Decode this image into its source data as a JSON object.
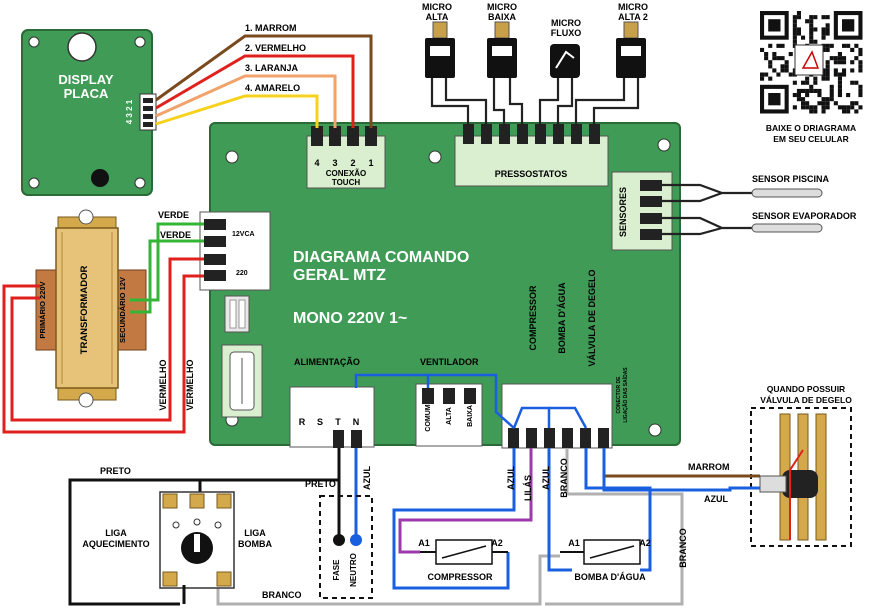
{
  "title": {
    "line1": "DIAGRAMA COMANDO",
    "line2": "GERAL MTZ",
    "line3": "MONO 220V 1~"
  },
  "display": {
    "line1": "DISPLAY",
    "line2": "PLACA",
    "pins": "4 3 2 1"
  },
  "wires_top": {
    "w1": "1. MARROM",
    "w2": "2. VERMELHO",
    "w3": "3. LARANJA",
    "w4": "4. AMARELO"
  },
  "touch": {
    "pins": [
      "4",
      "3",
      "2",
      "1"
    ],
    "label1": "CONEXÃO",
    "label2": "TOUCH"
  },
  "micros": {
    "alta": [
      "MICRO",
      "ALTA"
    ],
    "baixa": [
      "MICRO",
      "BAIXA"
    ],
    "fluxo": [
      "MICRO",
      "FLUXO"
    ],
    "alta2": [
      "MICRO",
      "ALTA 2"
    ]
  },
  "pressostatos": "PRESSOSTATOS",
  "qr": {
    "line1": "BAIXE O DRIAGRAMA",
    "line2": "EM SEU CELULAR"
  },
  "sensores": {
    "label": "SENSORES",
    "piscina": "SENSOR PISCINA",
    "evaporador": "SENSOR EVAPORADOR"
  },
  "transformer": {
    "main": "TRANSFORMADOR",
    "primario": "PRIMÁRIO 220V",
    "secundario": "SECUNDÁRIO 12V",
    "verde1": "VERDE",
    "verde2": "VERDE",
    "vermelho1": "VERMELHO",
    "vermelho2": "VERMELHO",
    "v12": "12VCA",
    "v220": "220"
  },
  "board_labels": {
    "alimentacao": "ALIMENTAÇÃO",
    "ventilador": "VENTILADOR",
    "compressor": "COMPRESSOR",
    "bomba": "BOMBA D'ÁGUA",
    "valvula": "VÁLVULA DE DEGELO",
    "conector1": "CONECTOR DE",
    "conector2": "LIGAÇÃO DAS SAÍDAS",
    "rstn": [
      "R",
      "S",
      "T",
      "N"
    ],
    "comum": "COMUM",
    "alta": "ALTA",
    "baixa": "BAIXA"
  },
  "wiring": {
    "preto1": "PRETO",
    "preto2": "PRETO",
    "azul_n": "AZUL",
    "fase": "FASE",
    "neutro": "NEUTRO",
    "branco_bottom": "BRANCO",
    "azul_out1": "AZUL",
    "lilas": "LILÁS",
    "azul_out2": "AZUL",
    "branco_out": "BRANCO",
    "branco_right": "BRANCO",
    "marrom": "MARROM",
    "azul_valve": "AZUL"
  },
  "switch": {
    "liga_aq1": "LIGA",
    "liga_aq2": "AQUECIMENTO",
    "liga_bomba1": "LIGA",
    "liga_bomba2": "BOMBA"
  },
  "contactors": {
    "comp": "COMPRESSOR",
    "bomba": "BOMBA D'ÁGUA",
    "a1": "A1",
    "a2": "A2",
    "b1": "A1",
    "b2": "A2"
  },
  "valve": {
    "line1": "QUANDO POSSUIR",
    "line2": "VÁLVULA DE DEGELO"
  },
  "colors": {
    "board": "#3f9b55",
    "board_dark": "#2d7a3f",
    "module": "#d9efcf",
    "brown": "#7a4a1e",
    "red": "#e0201c",
    "orange": "#f2a36b",
    "yellow": "#f7d21c",
    "green": "#35b535",
    "blue": "#1a5fe0",
    "purple": "#9b3aa8",
    "gray": "#b0b0b0"
  }
}
